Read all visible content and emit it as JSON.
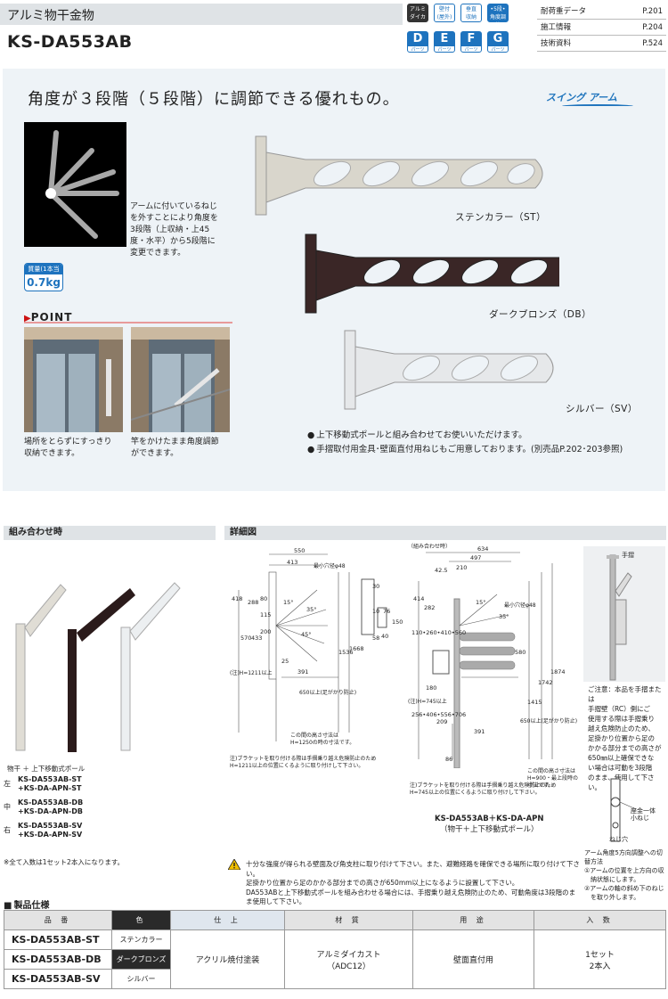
{
  "header": {
    "category": "アルミ物干金物",
    "model": "KS-DA553AB",
    "badges": [
      {
        "t1": "アルミ",
        "t2": "ダイカスト"
      },
      {
        "t1": "壁付",
        "t2": "(屋外)"
      },
      {
        "t1": "垂直",
        "t2": "収納"
      },
      {
        "t1": "•5段•",
        "t2": "角度調整"
      }
    ],
    "grades": [
      {
        "letter": "D",
        "sub": "パーツ"
      },
      {
        "letter": "E",
        "sub": "パーツ"
      },
      {
        "letter": "F",
        "sub": "パーツ"
      },
      {
        "letter": "G",
        "sub": "パーツ"
      }
    ],
    "refs": [
      {
        "label": "耐荷重データ",
        "page": "P.201"
      },
      {
        "label": "施工情報",
        "page": "P.204"
      },
      {
        "label": "技術資料",
        "page": "P.524"
      }
    ]
  },
  "feature": {
    "headline": "角度が３段階（５段階）に調節できる優れもの。",
    "logo": "スイング アーム",
    "angle_text": [
      "アームに付いているねじ",
      "を外すことにより角度を",
      "3段階（上収納・上45",
      "度・水平）から5段階に",
      "変更できます。"
    ],
    "weight_label": "質量(1本当り)",
    "weight_value": "0.7kg",
    "point_label": "POINT",
    "photo1_caption": [
      "場所をとらずにすっきり",
      "収納できます。"
    ],
    "photo2_caption": [
      "竿をかけたまま角度調節",
      "ができます。"
    ],
    "colors": [
      {
        "name": "ステンカラー（ST）",
        "hex": "#d9d6cc"
      },
      {
        "name": "ダークブロンズ（DB）",
        "hex": "#3a2626"
      },
      {
        "name": "シルバー（SV）",
        "hex": "#e6e8ea"
      }
    ],
    "notes": [
      "上下移動式ポールと組み合わせてお使いいただけます。",
      "手摺取付用金具･壁面直付用ねじもご用意しております。(別売品P.202･203参照)"
    ]
  },
  "combo": {
    "section": "組み合わせ時",
    "caption": "物干 ＋ 上下移動式ポール",
    "items": [
      {
        "pos": "左",
        "l1": "KS-DA553AB-ST",
        "l2": "+KS-DA-APN-ST"
      },
      {
        "pos": "中",
        "l1": "KS-DA553AB-DB",
        "l2": "+KS-DA-APN-DB"
      },
      {
        "pos": "右",
        "l1": "KS-DA553AB-SV",
        "l2": "+KS-DA-APN-SV"
      }
    ],
    "note": "※全て入数は1セット2本入になります。"
  },
  "detail": {
    "section": "詳細図",
    "d1": {
      "dims": [
        "550",
        "413",
        "418",
        "288",
        "80",
        "115",
        "570",
        "433",
        "200",
        "391",
        "1536",
        "1668",
        "15°",
        "35°",
        "45°",
        "25",
        "30",
        "150",
        "40",
        "10",
        "58",
        "76"
      ],
      "hole": "最小穴径φ48",
      "mount": "(注)H=1211以上",
      "floor": "650以上(足がかり防止)",
      "h_note": [
        "この間の高さ寸法は",
        "H=1250の時の寸法です。"
      ],
      "foot": [
        "注)ブラケットを取り付ける際は手摺乗り越え危険防止のため",
        "H=1211以上の位置にくるように取り付けして下さい。"
      ]
    },
    "d2": {
      "label": "（組み合わせ時）",
      "dims": [
        "634",
        "497",
        "42.5",
        "210",
        "414",
        "282",
        "15°",
        "35°",
        "580",
        "1415",
        "1742",
        "1874",
        "180",
        "209",
        "391",
        "86",
        "110•260•410•560",
        "256•406•556•706"
      ],
      "hole": "最小穴径φ48",
      "mount": "(注)H=745以上",
      "floor": "650以上(足がかり防止)",
      "h_note": [
        "この間の高さ寸法は",
        "H=900・最上段時の",
        "寸法です。"
      ],
      "foot": [
        "注)ブラケットを取り付ける際は手摺乗り越え危険防止のため",
        "H=745以上の位置にくるように取り付けして下さい。"
      ],
      "title1": "KS-DA553AB＋KS-DA-APN",
      "title2": "（物干＋上下移動式ポール）"
    },
    "hand": {
      "label": "手摺",
      "note": [
        "ご注意：本品を手摺または",
        "手摺壁（RC）側にご",
        "使用する際は手摺乗り",
        "越え危険防止のため、",
        "足掛かり位置から足の",
        "かかる部分までの高さが",
        "650㎜以上確保できな",
        "い場合は可動を3段階",
        "のまま、使用して下さい。"
      ]
    },
    "hinge": {
      "l1": "座金一体",
      "l2": "小ねじ",
      "l3": "ねじ穴",
      "note": [
        "アーム角度5方向調整への切",
        "替方法",
        "①アームの位置を上方向の収",
        "　納状態にします。",
        "②アームの軸の斜め下のねじ",
        "　を取り外します。"
      ]
    }
  },
  "warning": [
    "十分な強度が得られる壁面及び角支柱に取り付けて下さい。また、避難経路を確保できる場所に取り付けて下さい。",
    "足掛かり位置から足のかかる部分までの高さが650mm以上になるように設置して下さい。",
    "DA553ABと上下移動式ポールを組み合わせる場合には、手摺乗り越え危険防止のため、可動角度は3段階のま",
    "ま使用して下さい。"
  ],
  "spec": {
    "title": "製品仕様",
    "headers": [
      "品 番",
      "色",
      "仕 上",
      "材 質",
      "用 途",
      "入 数"
    ],
    "rows": [
      {
        "model": "KS-DA553AB-ST",
        "color": "ステンカラー"
      },
      {
        "model": "KS-DA553AB-DB",
        "color": "ダークブロンズ"
      },
      {
        "model": "KS-DA553AB-SV",
        "color": "シルバー"
      }
    ],
    "finish": "アクリル焼付塗装",
    "material1": "アルミダイカスト",
    "material2": "（ADC12）",
    "use": "壁面直付用",
    "qty1": "1セット",
    "qty2": "2本入"
  }
}
